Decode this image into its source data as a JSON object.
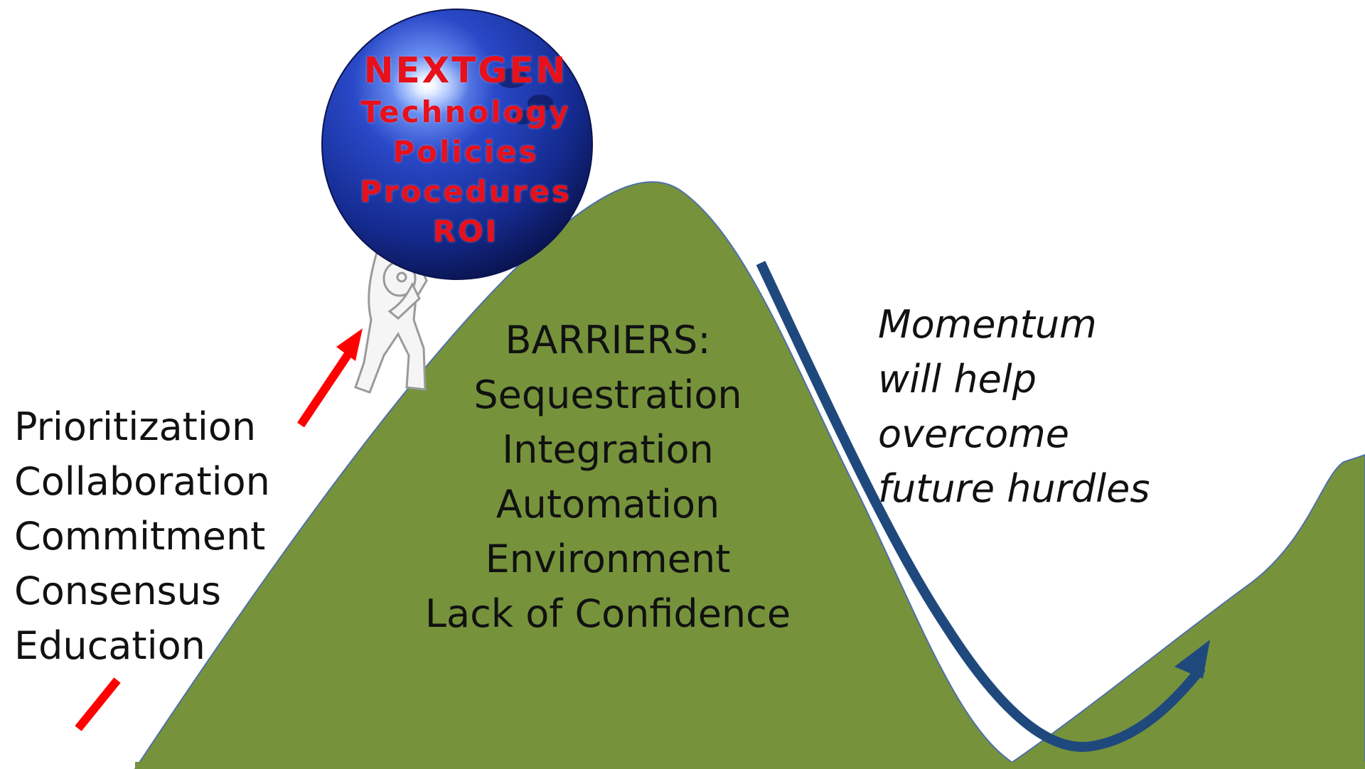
{
  "ball": {
    "lines": [
      "NEXTGEN",
      "Technology",
      "Policies",
      "Procedures",
      "ROI"
    ],
    "text_color": "#e8101a",
    "ball_color": "#1c2a8c"
  },
  "left_list": [
    "Prioritization",
    "Collaboration",
    "Commitment",
    "Consensus",
    "Education"
  ],
  "barriers": {
    "heading": "BARRIERS:",
    "items": [
      "Sequestration",
      "Integration",
      "Automation",
      "Environment",
      "Lack of Confidence"
    ]
  },
  "momentum": {
    "lines": [
      "Momentum",
      "will help",
      "overcome",
      "future hurdles"
    ]
  },
  "colors": {
    "hill": "#76933c",
    "red_arrow": "#ff0000",
    "blue_arrow": "#1f497d"
  }
}
